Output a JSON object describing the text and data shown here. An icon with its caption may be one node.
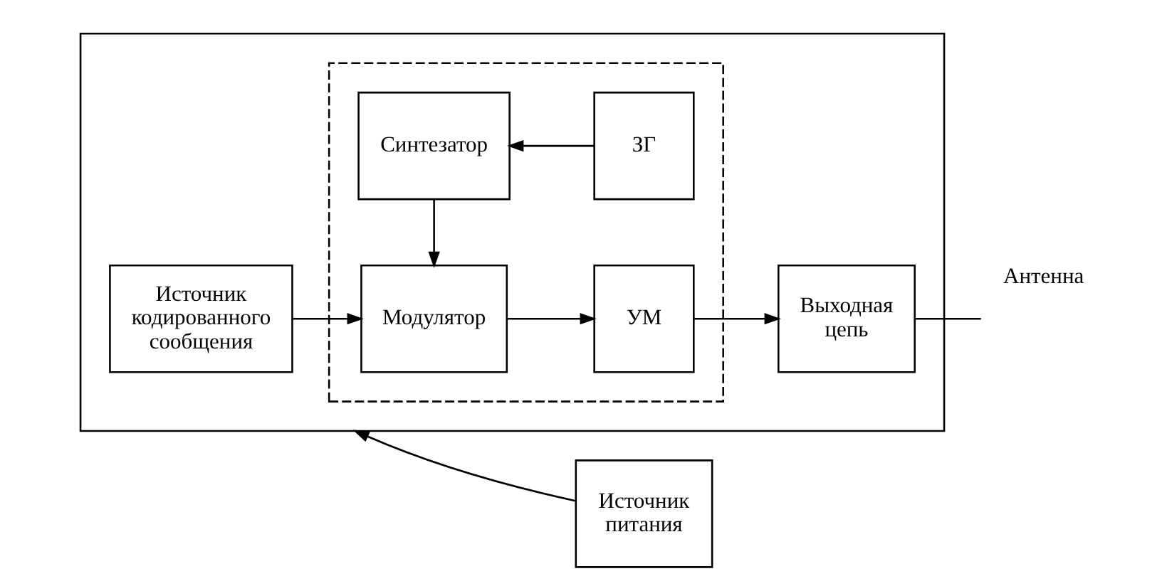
{
  "diagram": {
    "nodes": [
      {
        "text": [],
        "shape": "box"
      },
      {
        "text": [],
        "shape": "box",
        "in": 0
      },
      {
        "text": [
          "Синтезатор"
        ],
        "in": 1
      },
      {
        "text": [
          "ЗГ"
        ],
        "in": 1
      },
      {
        "text": [
          "Источник кодированного сообщения"
        ],
        "in": 0
      },
      {
        "text": [
          "Модулятор"
        ],
        "in": 1
      },
      {
        "text": [
          "УМ"
        ],
        "in": 1
      },
      {
        "text": [
          "Выходная цепь"
        ],
        "in": 0
      },
      {
        "text": [
          "Антенна"
        ]
      },
      {
        "text": [
          "Источник питания"
        ]
      }
    ],
    "edges": [
      {
        "from": 3,
        "to": 2,
        "arrow": "to"
      },
      {
        "from": 2,
        "to": 5,
        "arrow": "to"
      },
      {
        "from": 4,
        "to": 5,
        "arrow": "to"
      },
      {
        "from": 5,
        "to": 6,
        "arrow": "to"
      },
      {
        "from": 6,
        "to": 7,
        "arrow": "to"
      },
      {
        "from": 7,
        "to": 8,
        "arrow": "none"
      },
      {
        "from": 9,
        "to": 0,
        "arrow": "to"
      }
    ]
  }
}
